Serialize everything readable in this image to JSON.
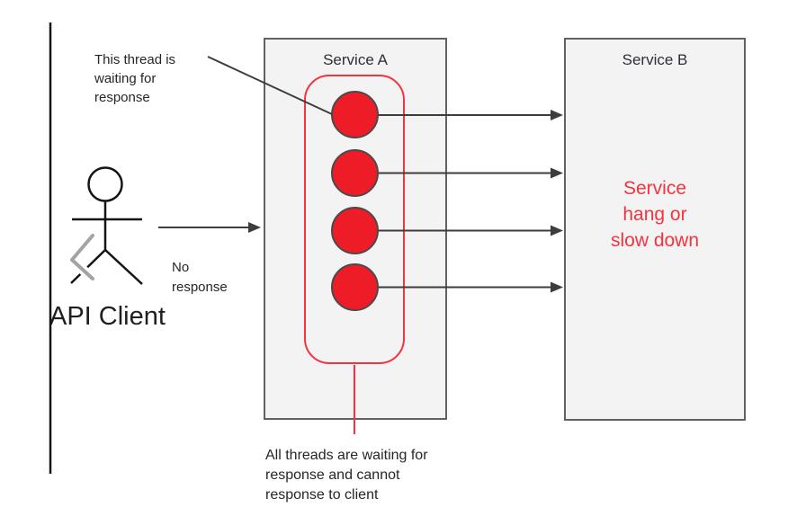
{
  "diagram": {
    "annotations": {
      "thread_waiting": "This thread is\nwaiting for\nresponse",
      "no_response": "No\nresponse",
      "api_client": "API Client",
      "all_threads": "All threads are waiting for\nresponse and cannot\nresponse to client"
    },
    "service_a": {
      "title": "Service A",
      "thread_count": 4
    },
    "service_b": {
      "title": "Service B",
      "status": "Service\nhang or\nslow down"
    },
    "colors": {
      "thread_fill": "#ee1c26",
      "thread_stroke": "#4a4a4a",
      "red_accent": "#f5333f",
      "box_fill": "#f3f3f3",
      "box_border": "#5f6164",
      "arrow_line": "#3d3d3d",
      "text_dark": "#262626",
      "title_text": "#2b2f38"
    }
  }
}
